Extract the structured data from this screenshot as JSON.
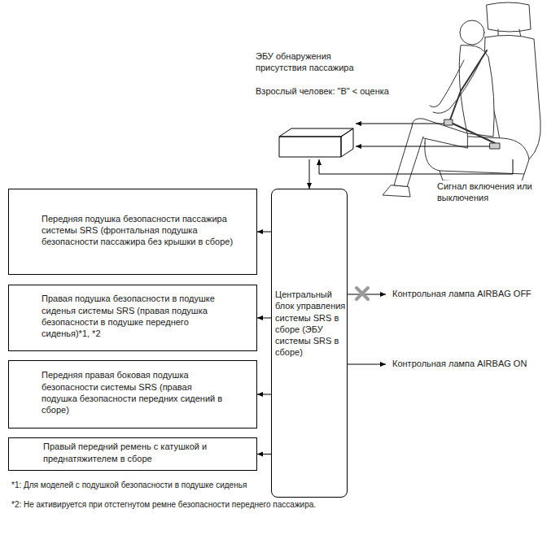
{
  "diagram": {
    "nodes": [
      {
        "text": [
          "ЭБУ обнаружения присутствия пассажира",
          "Взрослый человек: \"B\" < оценка"
        ]
      },
      {
        "text": [
          "Центральный блок управления системы SRS в сборе (ЭБУ системы SRS в сборе)"
        ]
      },
      {
        "text": [
          "Передняя подушка безопасности пассажира системы SRS (фронтальная подушка безопасности пассажира без крышки в сборе)"
        ]
      },
      {
        "text": [
          "Правая подушка безопасности в подушке сиденья системы SRS (правая подушка безопасности в подушке переднего сиденья)*1, *2"
        ]
      },
      {
        "text": [
          "Передняя правая боковая подушка безопасности системы SRS (правая подушка безопасности передних сидений в сборе)"
        ]
      },
      {
        "text": [
          "Правый передний ремень с катушкой и преднатяжителем в сборе"
        ]
      }
    ],
    "edges": [
      {
        "from": 0,
        "to": 1,
        "arrow": "to"
      },
      {
        "from": 1,
        "to": 2,
        "arrow": "to"
      },
      {
        "from": 1,
        "to": 3,
        "arrow": "to"
      },
      {
        "from": 1,
        "to": 4,
        "arrow": "to"
      },
      {
        "from": 1,
        "to": 5,
        "arrow": "to"
      }
    ],
    "labels": [
      "Сигнал включения или выключения",
      "Контрольная лампа AIRBAG OFF",
      "Контрольная лампа AIRBAG ON",
      "*1: Для моделей с подушкой безопасности в подушке сиденья",
      "*2: Не активируется при отстегнутом ремне безопасности переднего пассажира."
    ]
  }
}
